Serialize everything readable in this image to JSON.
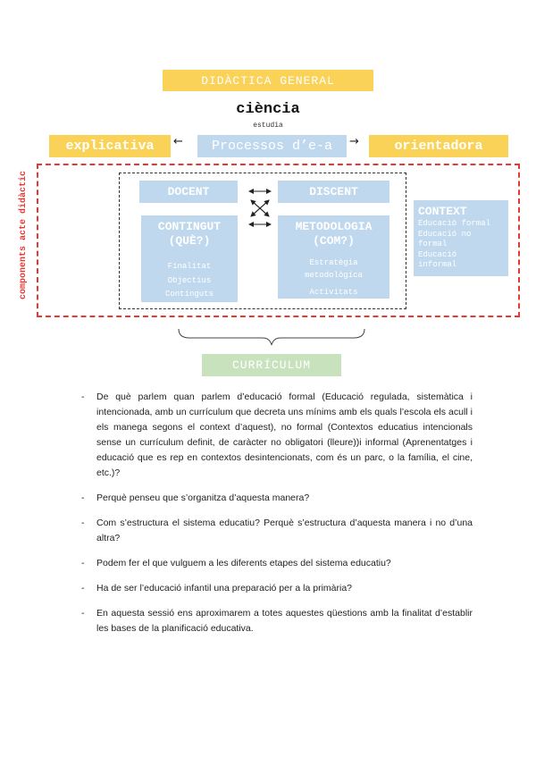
{
  "diagram": {
    "title": "DIDÀCTICA GENERAL",
    "science": "ciència",
    "studies": "estudia",
    "explicativa": "explicativa",
    "processos": "Processos d’e-a",
    "orientadora": "orientadora",
    "side_label": "components acte didàctic",
    "docent": "DOCENT",
    "discent": "DISCENT",
    "contingut": {
      "title1": "CONTINGUT",
      "title2": "(QUÈ?)",
      "items": [
        "Finalitat",
        "Objectius",
        "Continguts"
      ]
    },
    "metodologia": {
      "title1": "METODOLOGIA",
      "title2": "(COM?)",
      "items": [
        "Estratègia",
        "metodològica",
        "Activitats"
      ]
    },
    "context": {
      "title": "CONTEXT",
      "items": [
        "Educació formal",
        "Educació no",
        "formal",
        "Educació",
        "informal"
      ]
    },
    "curriculum": "CURRÍCULUM"
  },
  "questions": {
    "bullet": "-",
    "items": [
      "De què parlem quan parlem d’educació formal (Educació regulada, sistemàtica i intencionada, amb un currículum que decreta uns mínims amb els quals l’escola els acull i els manega segons el context d’aquest), no formal (Contextos educatius intencionals sense un currículum definit, de caràcter no obligatori (lleure))i informal (Aprenentatges i educació que es rep en contextos desintencionats, com és un parc, o la família, el cine, etc.)?",
      "Perquè penseu que s’organitza d’aquesta manera?",
      "Com s’estructura el sistema educatiu? Perquè s’estructura d’aquesta manera i no d’una altra?",
      "Podem fer el que vulguem a les diferents etapes del sistema educatiu?",
      "Ha de ser l’educació infantil una preparació per a la primària?",
      "En aquesta sessió ens aproximarem a totes aquestes qüestions amb la finalitat d’establir les bases de la planificació educativa."
    ]
  }
}
